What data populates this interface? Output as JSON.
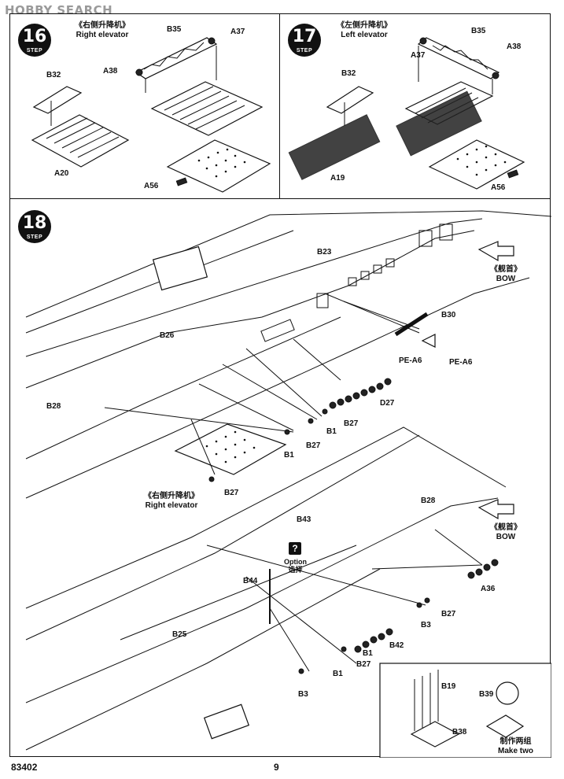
{
  "watermark": "HOBBY SEARCH",
  "steps": {
    "s16": {
      "number": "16",
      "step": "STEP",
      "caption_cn": "《右侧升降机》",
      "caption_en": "Right elevator",
      "parts": {
        "b35": "B35",
        "a37": "A37",
        "a38": "A38",
        "b32": "B32",
        "a20": "A20",
        "a56": "A56"
      }
    },
    "s17": {
      "number": "17",
      "step": "STEP",
      "caption_cn": "《左侧升降机》",
      "caption_en": "Left elevator",
      "parts": {
        "b35": "B35",
        "a37": "A37",
        "a38": "A38",
        "b32": "B32",
        "a19": "A19",
        "a56": "A56"
      }
    },
    "s18": {
      "number": "18",
      "step": "STEP",
      "bow_cn": "《舰首》",
      "bow_en": "BOW",
      "elevator_cn": "《右侧升降机》",
      "elevator_en": "Right elevator",
      "option_en": "Option",
      "option_cn": "选择",
      "option_icon": "question-icon",
      "parts": {
        "b23": "B23",
        "b30": "B30",
        "pea6a": "PE-A6",
        "pea6b": "PE-A6",
        "b26": "B26",
        "d27": "D27",
        "b27a": "B27",
        "b1a": "B1",
        "b28a": "B28",
        "b1b": "B1",
        "b27b": "B27",
        "b27c": "B27",
        "b43": "B43",
        "b28b": "B28",
        "a36": "A36",
        "b44": "B44",
        "b27d": "B27",
        "b3a": "B3",
        "b25": "B25",
        "b42": "B42",
        "b1c": "B1",
        "b1d": "B1",
        "b27e": "B27",
        "b3b": "B3"
      }
    },
    "inset": {
      "b19": "B19",
      "b38": "B38",
      "b39": "B39",
      "make_cn": "制作两组",
      "make_en": "Make two"
    }
  },
  "footer": {
    "code": "83402",
    "page": "9"
  }
}
